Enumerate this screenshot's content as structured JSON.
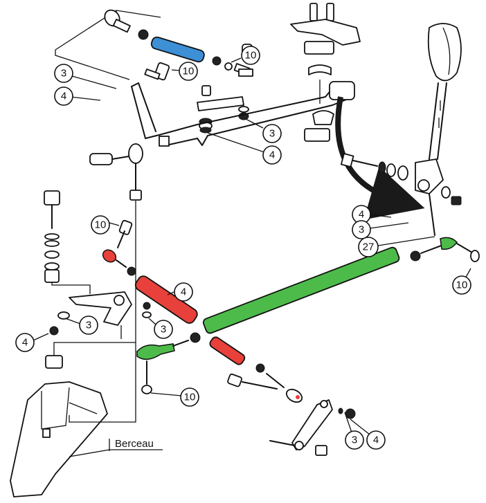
{
  "diagram": {
    "title_label": "Berceau",
    "colors": {
      "blue_rod": "#3d8fd6",
      "red_rod": "#e8403a",
      "green_rod": "#4dbb4a",
      "ink": "#111111",
      "arrow": "#1a1a1a"
    },
    "callouts": {
      "c10_top": "10",
      "c10_mid": "10",
      "c3_left": "3",
      "c4_left": "4",
      "c3_center": "3",
      "c4_center": "4",
      "c10_leftmid": "10",
      "c4_redrod": "4",
      "c3_redrod": "3",
      "c3_lowleft": "3",
      "c4_lowleft": "4",
      "c4_right": "4",
      "c3_right": "3",
      "c27_right": "27",
      "c10_farright": "10",
      "c10_bottom": "10",
      "c3_bottom": "3",
      "c4_bottom": "4"
    }
  }
}
